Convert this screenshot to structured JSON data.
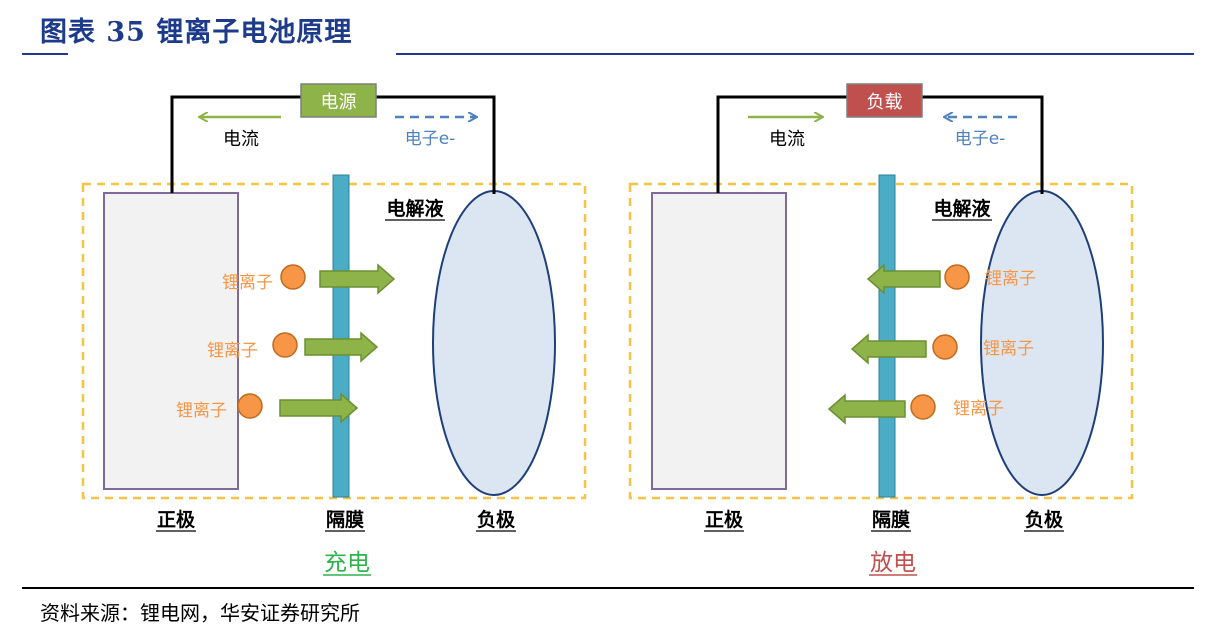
{
  "figure": {
    "title": "图表 35 锂离子电池原理",
    "source": "资料来源：锂电网，华安证券研究所"
  },
  "panels": [
    {
      "mode_caption": "充电",
      "mode_color": "#2db34a",
      "device_label": "电源",
      "device_color": "#8db349",
      "current_label": "电流",
      "electron_label": "电子e-",
      "electrolyte_label": "电解液",
      "ion_label": "锂离子",
      "ion_labels": [
        "锂离子",
        "锂离子",
        "锂离子"
      ],
      "positive_label": "正极",
      "separator_label": "隔膜",
      "negative_label": "负极",
      "ion_direction": "toward-negative",
      "current_direction": "left",
      "electron_direction": "right"
    },
    {
      "mode_caption": "放电",
      "mode_color": "#c0504d",
      "device_label": "负载",
      "device_color": "#c0504d",
      "current_label": "电流",
      "electron_label": "电子e-",
      "electrolyte_label": "电解液",
      "ion_label": "锂离子",
      "ion_labels": [
        "锂离子",
        "锂离子",
        "锂离子"
      ],
      "positive_label": "正极",
      "separator_label": "隔膜",
      "negative_label": "负极",
      "ion_direction": "toward-positive",
      "current_direction": "right",
      "electron_direction": "left"
    }
  ],
  "colors": {
    "title_blue": "#1d3b8a",
    "separator": "#4bacc6",
    "ion": "#f79646",
    "ion_arrow": "#8db349",
    "negative_fill": "#dce6f2",
    "negative_stroke": "#1f3f7a",
    "positive_fill": "#f2f2f2",
    "positive_stroke": "#7f6a9a",
    "dashed_box": "#f6c342",
    "current_arrow": "#8db349",
    "electron_arrow": "#4f81bd"
  }
}
